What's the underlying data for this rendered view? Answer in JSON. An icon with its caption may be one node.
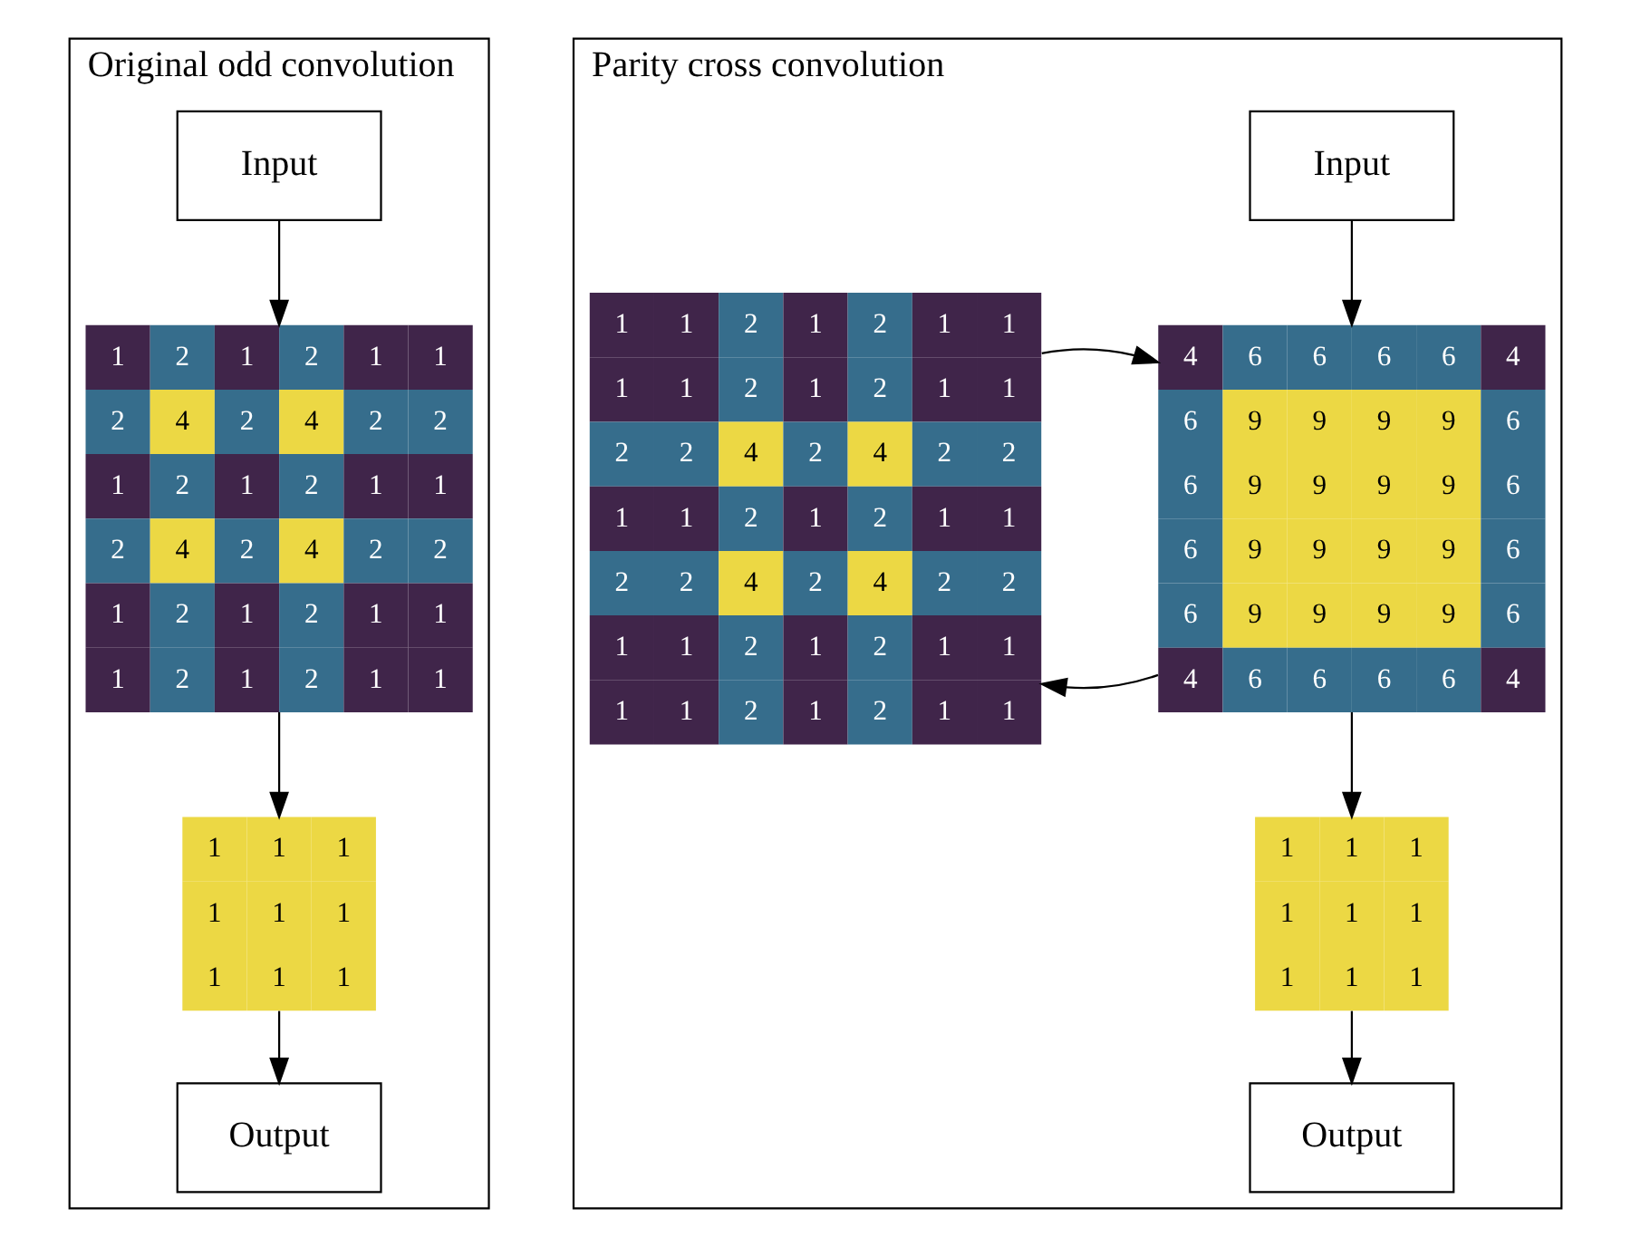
{
  "diagram": {
    "nodes": [
      {
        "text": [
          "Original odd convolution"
        ]
      },
      {
        "text": [
          "Input"
        ],
        "in": 0
      },
      {
        "text": [
          "1",
          "2",
          "1",
          "2",
          "1",
          "1",
          "2",
          "4",
          "2",
          "4",
          "2",
          "2",
          "1",
          "2",
          "1",
          "2",
          "1",
          "1",
          "2",
          "4",
          "2",
          "4",
          "2",
          "2",
          "1",
          "2",
          "1",
          "2",
          "1",
          "1",
          "1",
          "2",
          "1",
          "2",
          "1",
          "1"
        ],
        "in": 0
      },
      {
        "text": [
          "1",
          "1",
          "1",
          "1",
          "1",
          "1",
          "1",
          "1",
          "1"
        ],
        "in": 0
      },
      {
        "text": [
          "Output"
        ],
        "in": 0
      },
      {
        "text": [
          "Parity cross convolution"
        ]
      },
      {
        "text": [
          "Input"
        ],
        "in": 5
      },
      {
        "text": [
          "4",
          "6",
          "6",
          "6",
          "6",
          "4",
          "6",
          "9",
          "9",
          "9",
          "9",
          "6",
          "6",
          "9",
          "9",
          "9",
          "9",
          "6",
          "6",
          "9",
          "9",
          "9",
          "9",
          "6",
          "6",
          "9",
          "9",
          "9",
          "9",
          "6",
          "4",
          "6",
          "6",
          "6",
          "6",
          "4"
        ],
        "in": 5
      },
      {
        "text": [
          "1",
          "1",
          "2",
          "1",
          "2",
          "1",
          "1",
          "1",
          "1",
          "2",
          "1",
          "2",
          "1",
          "1",
          "2",
          "2",
          "4",
          "2",
          "4",
          "2",
          "2",
          "1",
          "1",
          "2",
          "1",
          "2",
          "1",
          "1",
          "2",
          "2",
          "4",
          "2",
          "4",
          "2",
          "2",
          "1",
          "1",
          "2",
          "1",
          "2",
          "1",
          "1",
          "1",
          "1",
          "2",
          "1",
          "2",
          "1",
          "1"
        ],
        "in": 5
      },
      {
        "text": [
          "1",
          "1",
          "1",
          "1",
          "1",
          "1",
          "1",
          "1",
          "1"
        ],
        "in": 5
      },
      {
        "text": [
          "Output"
        ],
        "in": 5
      }
    ],
    "edges": [
      {
        "from": 1,
        "to": 2,
        "arrow": "to"
      },
      {
        "from": 2,
        "to": 3,
        "arrow": "to"
      },
      {
        "from": 3,
        "to": 4,
        "arrow": "to"
      },
      {
        "from": 6,
        "to": 7,
        "arrow": "to"
      },
      {
        "from": 7,
        "to": 8,
        "arrow": "to"
      },
      {
        "from": 8,
        "to": 7,
        "arrow": "to"
      },
      {
        "from": 7,
        "to": 9,
        "arrow": "to"
      },
      {
        "from": 9,
        "to": 10,
        "arrow": "to"
      }
    ]
  }
}
